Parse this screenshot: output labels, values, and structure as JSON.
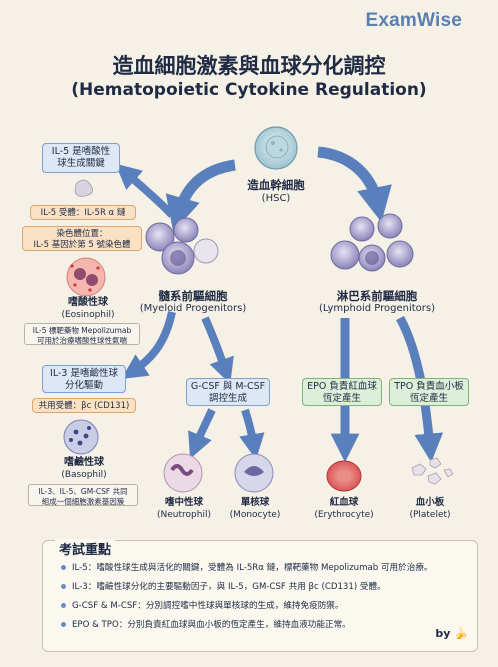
{
  "brand": "ExamWise",
  "title_zh": "造血細胞激素與血球分化調控",
  "title_en": "(Hematopoietic Cytokine Regulation)",
  "hsc": {
    "zh": "造血幹細胞",
    "en": "(HSC)"
  },
  "myeloid": {
    "zh": "髓系前驅細胞",
    "en": "(Myeloid Progenitors)"
  },
  "lymphoid": {
    "zh": "淋巴系前驅細胞",
    "en": "(Lymphoid Progenitors)"
  },
  "il5_box": "IL-5 是嗜酸性\n球生成關鍵",
  "il5_receptor": "IL-5 受體：IL-5R α 鏈",
  "il5_gene": "染色體位置：\nIL-5 基因於第 5 號染色體",
  "eosinophil": {
    "zh": "嗜酸性球",
    "en": "(Eosinophil)"
  },
  "eosinophil_note": "IL-5 標靶藥物 Mepolizumab\n可用於治療嗜酸性球性氣喘",
  "il3_box": "IL-3 是嗜鹼性球\n分化驅動",
  "il3_receptor": "共用受體：βc (CD131)",
  "basophil": {
    "zh": "嗜鹼性球",
    "en": "(Basophil)"
  },
  "basophil_note": "IL-3、IL-5、GM-CSF 共同\n組成一個細胞激素基因簇",
  "gcsf_box": "G-CSF 與 M-CSF\n調控生成",
  "neutrophil": {
    "zh": "嗜中性球",
    "en": "(Neutrophil)"
  },
  "monocyte": {
    "zh": "單核球",
    "en": "(Monocyte)"
  },
  "epo_box": "EPO 負責紅血球\n恆定產生",
  "tpo_box": "TPO 負責血小板\n恆定產生",
  "erythrocyte": {
    "zh": "紅血球",
    "en": "(Erythrocyte)"
  },
  "platelet": {
    "zh": "血小板",
    "en": "(Platelet)"
  },
  "exam": {
    "title": "考試重點",
    "items": [
      "IL-5：嗜酸性球生成與活化的關鍵，受體為 IL-5Rα 鏈，標靶藥物 Mepolizumab 可用於治療。",
      "IL-3：嗜鹼性球分化的主要驅動因子，與 IL-5，GM-CSF 共用 βc (CD131) 受體。",
      "G-CSF & M-CSF：分別調控嗜中性球與單核球的生成，維持免疫防禦。",
      "EPO & TPO：分別負責紅血球與血小板的恆定產生，維持血液功能正常。"
    ]
  },
  "by": "by 🍌",
  "colors": {
    "arrow": "#5a7fbd",
    "brand": "#5b7fb0",
    "blue_box": "#dde7f5",
    "orange_box": "#fbe1c4",
    "green_box": "#dcefd8"
  }
}
